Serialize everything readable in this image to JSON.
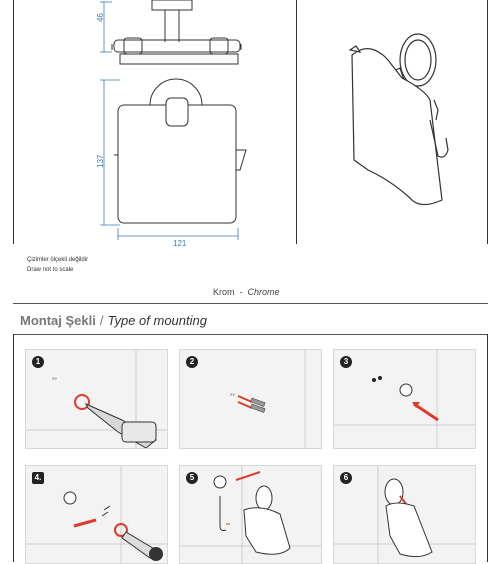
{
  "drawing": {
    "dim_height_small": "46",
    "dim_height_large": "137",
    "dim_width": "121"
  },
  "notes": {
    "line1": "Çizimler ölçekli değildir",
    "line2": "Draw not to scale"
  },
  "finish": {
    "tr": "Krom",
    "sep": "-",
    "en": "Chrome"
  },
  "mounting": {
    "title_tr": "Montaj Şekli",
    "separator": "/",
    "title_en": "Type of mounting"
  },
  "steps": [
    {
      "label": "1"
    },
    {
      "label": "2"
    },
    {
      "label": "3"
    },
    {
      "label": "4."
    },
    {
      "label": "5"
    },
    {
      "label": "6"
    }
  ],
  "colors": {
    "dimension_blue": "#3a7bb8",
    "arrow_red": "#e03a2a",
    "panel_bg": "#f3f3f3"
  },
  "icons": [
    "drill-icon",
    "dowel-icon",
    "screw-icon",
    "screwdriver-icon",
    "arrow-icon"
  ]
}
